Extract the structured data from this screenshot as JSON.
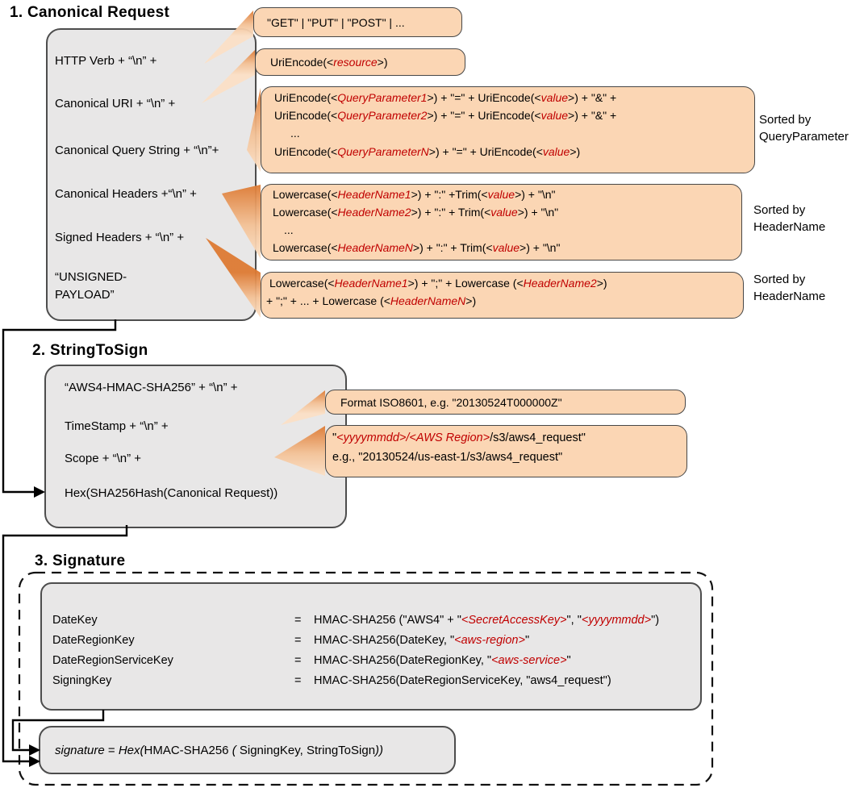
{
  "colors": {
    "orange-fill": "#FBD6B4",
    "orange-border": "#474747",
    "gray-fill": "#E8E7E7",
    "gray-border": "#4d4d4d",
    "beam-dark": "#DD7A33",
    "beam-mid": "#F3C196",
    "beam-light": "#FBE0C6",
    "red": "#C00000",
    "ink": "#000000"
  },
  "s1": {
    "title": "1. Canonical Request",
    "lines": [
      "HTTP Verb + “\\n” +",
      "Canonical URI + “\\n” +",
      "Canonical Query String + “\\n”+",
      "Canonical Headers +“\\n” +",
      "Signed Headers + “\\n” +",
      "“UNSIGNED-\nPAYLOAD”"
    ],
    "callout_verb": "\"GET\" | \"PUT\" | \"POST\" | ...",
    "callout_uri": [
      {
        "t": "UriEncode(<",
        "s": "n"
      },
      {
        "t": "resource",
        "s": "r"
      },
      {
        "t": ">)",
        "s": "n"
      }
    ],
    "callout_query": {
      "l1": [
        {
          "t": "UriEncode(<",
          "s": "n"
        },
        {
          "t": "QueryParameter1",
          "s": "r"
        },
        {
          "t": ">) + \"=\" + UriEncode(<",
          "s": "n"
        },
        {
          "t": "value",
          "s": "r"
        },
        {
          "t": ">) + \"&\" +",
          "s": "n"
        }
      ],
      "l2": [
        {
          "t": "UriEncode(<",
          "s": "n"
        },
        {
          "t": "QueryParameter2",
          "s": "r"
        },
        {
          "t": ">) + \"=\" + UriEncode(<",
          "s": "n"
        },
        {
          "t": "value",
          "s": "r"
        },
        {
          "t": ">) + \"&\" +",
          "s": "n"
        }
      ],
      "dots": "...",
      "l4": [
        {
          "t": "UriEncode(<",
          "s": "n"
        },
        {
          "t": "QueryParameterN",
          "s": "r"
        },
        {
          "t": ">) + \"=\" + UriEncode(<",
          "s": "n"
        },
        {
          "t": "value",
          "s": "r"
        },
        {
          "t": ">)",
          "s": "n"
        }
      ]
    },
    "callout_headers": {
      "l1": [
        {
          "t": "Lowercase(<",
          "s": "n"
        },
        {
          "t": "HeaderName1",
          "s": "r"
        },
        {
          "t": ">) + \":\" +Trim(<",
          "s": "n"
        },
        {
          "t": "value",
          "s": "r"
        },
        {
          "t": ">) + \"\\n\"",
          "s": "n"
        }
      ],
      "l2": [
        {
          "t": "Lowercase(<",
          "s": "n"
        },
        {
          "t": "HeaderName2",
          "s": "r"
        },
        {
          "t": ">) + \":\" + Trim(<",
          "s": "n"
        },
        {
          "t": "value",
          "s": "r"
        },
        {
          "t": ">) + \"\\n\"",
          "s": "n"
        }
      ],
      "dots": "...",
      "l4": [
        {
          "t": "Lowercase(<",
          "s": "n"
        },
        {
          "t": "HeaderNameN",
          "s": "r"
        },
        {
          "t": ">) + \":\" + Trim(<",
          "s": "n"
        },
        {
          "t": "value",
          "s": "r"
        },
        {
          "t": ">) + \"\\n\"",
          "s": "n"
        }
      ]
    },
    "callout_signed": {
      "l1": [
        {
          "t": "Lowercase(<",
          "s": "n"
        },
        {
          "t": "HeaderName1",
          "s": "r"
        },
        {
          "t": ">) + \";\" + Lowercase (<",
          "s": "n"
        },
        {
          "t": "HeaderName2",
          "s": "r"
        },
        {
          "t": ">)",
          "s": "n"
        }
      ],
      "l2": [
        {
          "t": "+ \";\" + ... + Lowercase (<",
          "s": "n"
        },
        {
          "t": "HeaderNameN",
          "s": "r"
        },
        {
          "t": ">)",
          "s": "n"
        }
      ]
    },
    "sorted_query": "Sorted by\nQueryParameter",
    "sorted_headers1": "Sorted by\nHeaderName",
    "sorted_headers2": "Sorted by\nHeaderName"
  },
  "s2": {
    "title": "2. StringToSign",
    "lines": [
      "“AWS4-HMAC-SHA256” + “\\n” +",
      "TimeStamp + “\\n” +",
      "Scope + “\\n” +",
      "Hex(SHA256Hash(Canonical Request))"
    ],
    "callout_format": "Format ISO8601,  e.g. \"20130524T000000Z\"",
    "callout_scope_l1": [
      {
        "t": "\"",
        "s": "n"
      },
      {
        "t": "<yyyymmdd>/<AWS Region>",
        "s": "r"
      },
      {
        "t": "/s3/aws4_request\"",
        "s": "n"
      }
    ],
    "callout_scope_l2": " e.g., \"20130524/us-east-1/s3/aws4_request\""
  },
  "s3": {
    "title": "3. Signature",
    "rows": [
      {
        "name": "DateKey",
        "eq": "=",
        "value": [
          {
            "t": "HMAC-SHA256 (\"AWS4\" + \"",
            "s": "n"
          },
          {
            "t": "<SecretAccessKey>",
            "s": "r"
          },
          {
            "t": "\", \"",
            "s": "n"
          },
          {
            "t": "<yyyymmdd>",
            "s": "r"
          },
          {
            "t": "\")",
            "s": "n"
          }
        ]
      },
      {
        "name": "DateRegionKey",
        "eq": "=",
        "value": [
          {
            "t": "HMAC-SHA256(DateKey, \"",
            "s": "n"
          },
          {
            "t": "<aws-region>",
            "s": "r"
          },
          {
            "t": "\"",
            "s": "n"
          }
        ]
      },
      {
        "name": "DateRegionServiceKey",
        "eq": "=",
        "value": [
          {
            "t": "HMAC-SHA256(DateRegionKey, \"",
            "s": "n"
          },
          {
            "t": "<aws-service>",
            "s": "r"
          },
          {
            "t": "\"",
            "s": "n"
          }
        ]
      },
      {
        "name": "SigningKey",
        "eq": "=",
        "value": [
          {
            "t": "HMAC-SHA256(DateRegionServiceKey, \"aws4_request\")",
            "s": "n"
          }
        ]
      }
    ],
    "signature_line": [
      {
        "t": "signature",
        "s": "i"
      },
      {
        "t": " =  ",
        "s": "n"
      },
      {
        "t": "Hex(",
        "s": "i"
      },
      {
        "t": "HMAC-SHA256 ",
        "s": "n"
      },
      {
        "t": "( ",
        "s": "i"
      },
      {
        "t": "SigningKey, StringToSign",
        "s": "n"
      },
      {
        "t": "))",
        "s": "i"
      }
    ]
  }
}
